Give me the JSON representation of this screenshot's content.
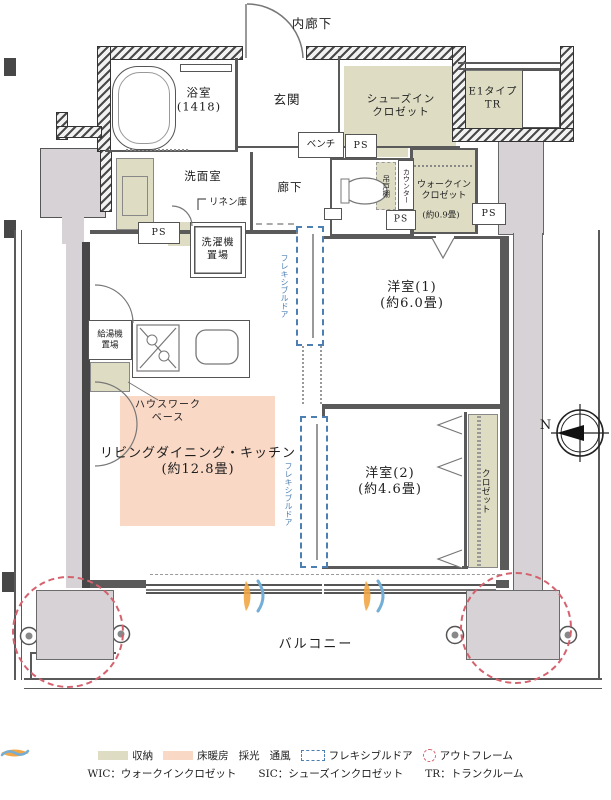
{
  "colors": {
    "storage": "#deddc4",
    "floor_heating": "#f9d8c6",
    "daylight": "#f2a645",
    "ventilation": "#74aed6",
    "flex_door": "#4d7fb3",
    "outframe": "#d4626e",
    "column": "#d6d2d5",
    "wall": "#474747"
  },
  "labels": {
    "inner_corridor": "内廊下",
    "bathroom": "浴室\n(1418)",
    "entrance": "玄関",
    "shoes_in_closet": "シューズイン\nクロゼット",
    "trunk_room": "E1タイプ\nTR",
    "bench": "ベンチ",
    "ps": "PS",
    "washroom": "洗面室",
    "linen_closet": "リネン庫",
    "corridor": "廊下",
    "counter": "カウンター",
    "hanging_cabinet": "吊戸棚",
    "walk_in_closet": "ウォークイン\nクロゼット",
    "walk_in_closet_size": "(約0.9畳)",
    "laundry_space": "洗濯機\n置場",
    "western_room_1": "洋室(1)\n(約6.0畳)",
    "flexible_door": "フレキシブルドア",
    "water_heater_space": "給湯機\n置場",
    "housework_base": "ハウスワーク\nベース",
    "ldk": "リビングダイニング・キッチン\n(約12.8畳)",
    "western_room_2": "洋室(2)\n(約4.6畳)",
    "closet": "クロゼット",
    "balcony": "バルコニー",
    "compass_north": "N"
  },
  "legend": {
    "storage": "収納",
    "floor_heating": "床暖房",
    "daylight": "採光",
    "ventilation": "通風",
    "flexible_door": "フレキシブルドア",
    "outframe": "アウトフレーム",
    "abbr_wic": "WIC：ウォークインクロゼット",
    "abbr_sic": "SIC：シューズインクロゼット",
    "abbr_tr": "TR：トランクルーム"
  }
}
